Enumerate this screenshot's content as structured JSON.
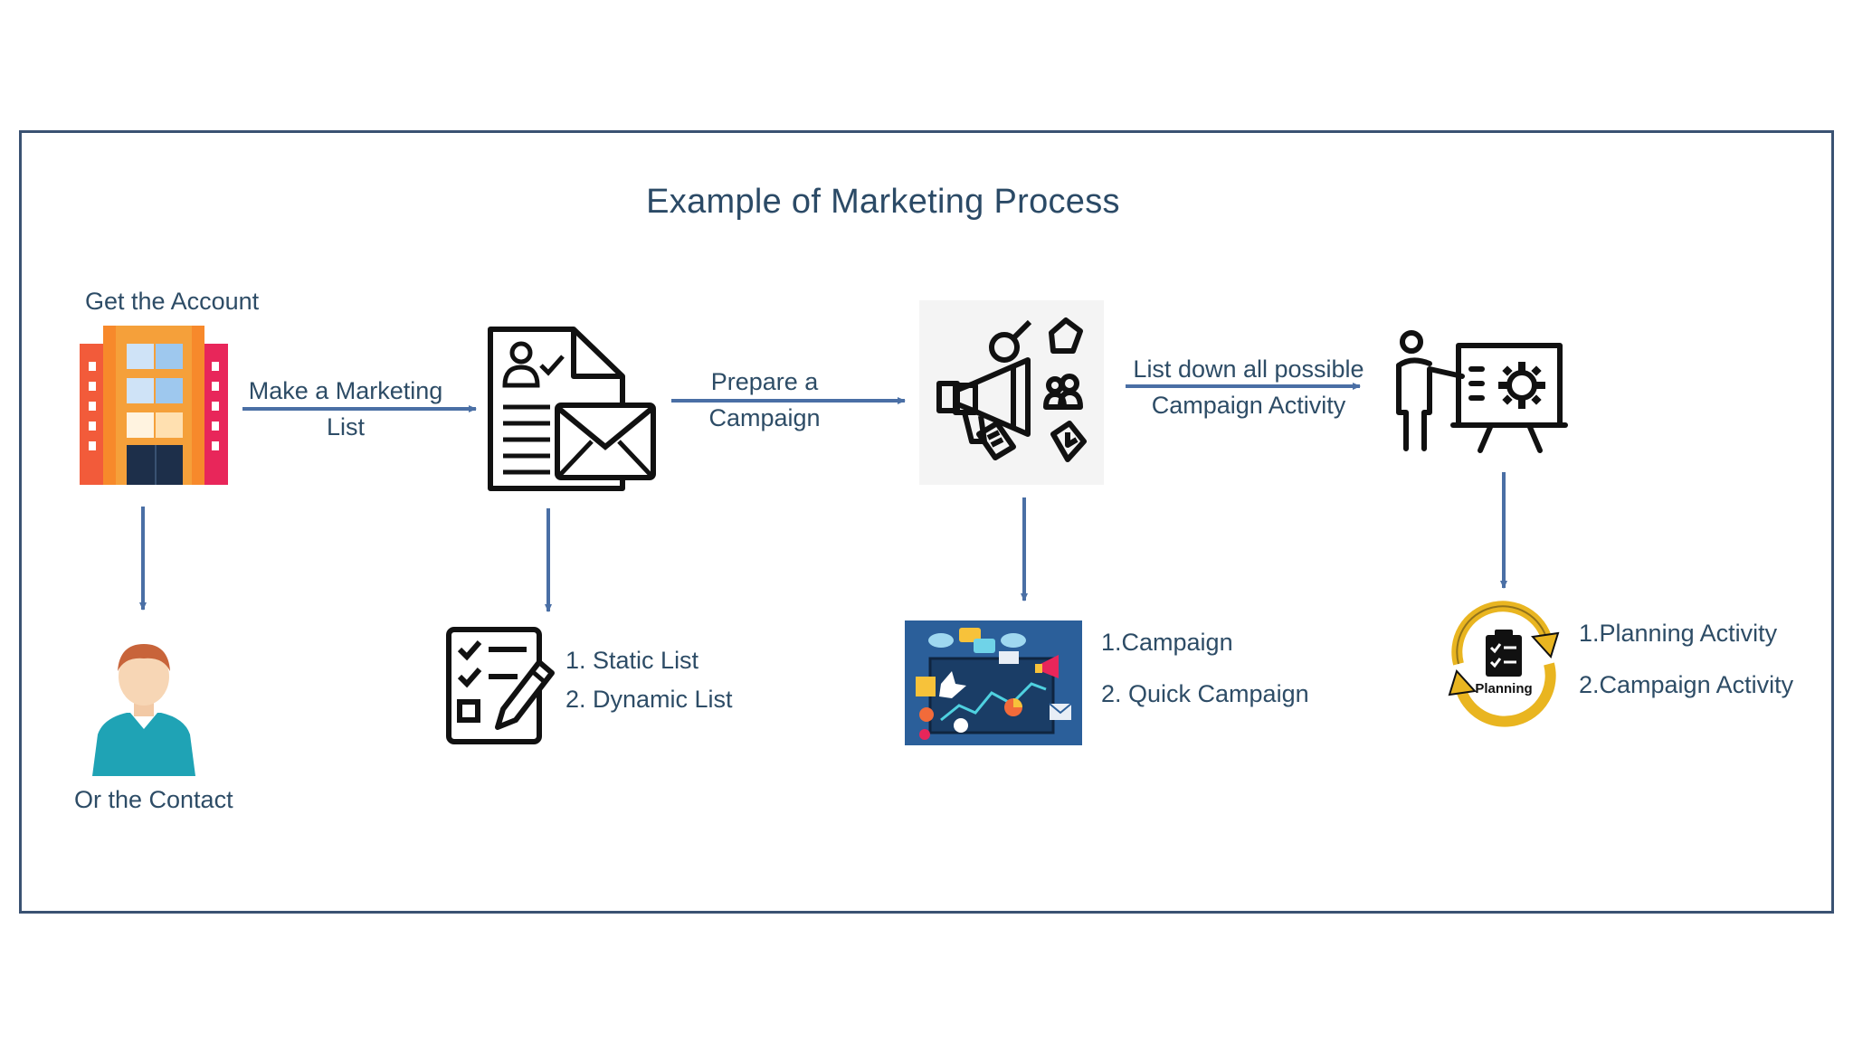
{
  "title": "Example of Marketing Process",
  "steps": {
    "account": {
      "label": "Get the Account"
    },
    "contact": {
      "label": "Or the Contact"
    },
    "marketing_list": {
      "arrow_label_line1": "Make a Marketing",
      "arrow_label_line2": "List"
    },
    "campaign": {
      "arrow_label_line1": "Prepare a",
      "arrow_label_line2": "Campaign"
    },
    "activity": {
      "arrow_label_line1": "List down all possible",
      "arrow_label_line2": "Campaign Activity"
    }
  },
  "list_types": {
    "item1": "1. Static List",
    "item2": "2. Dynamic List"
  },
  "campaign_types": {
    "item1": "1.Campaign",
    "item2": "2. Quick Campaign"
  },
  "activity_types": {
    "item1": "1.Planning Activity",
    "item2": "2.Campaign Activity",
    "badge_text": "Planning"
  },
  "colors": {
    "frame": "#3a5272",
    "arrow": "#4a6fa5",
    "text": "#2d4c66"
  }
}
